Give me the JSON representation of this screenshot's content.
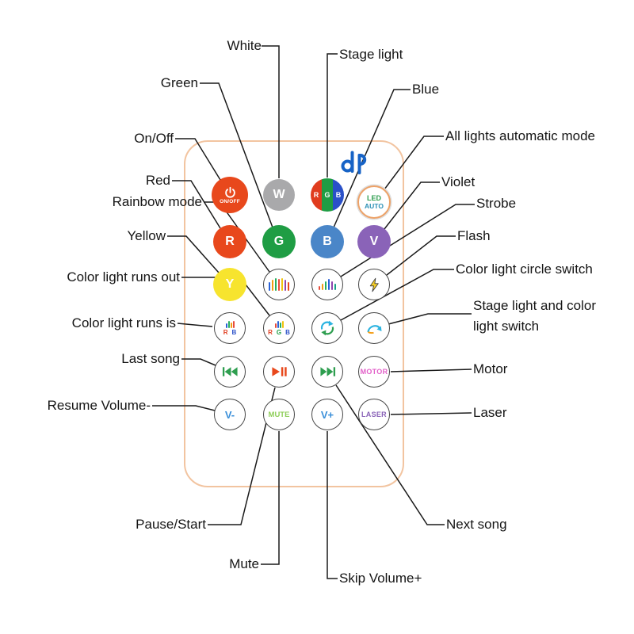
{
  "colors": {
    "red": "#e8481c",
    "green": "#1f9d44",
    "blue": "#4a86c8",
    "violet": "#8a63b8",
    "yellow": "#f7e42e",
    "gray": "#a9a9ab",
    "remote_outline": "#f2c4a0",
    "brand_blue": "#1763c6",
    "motor_pink": "#e25fc8",
    "mute_green": "#8fce5a",
    "volume_blue": "#3a8fd9",
    "laser_purple": "#8a63b8"
  },
  "icons": {
    "power": "power-symbol",
    "rainbow_bars": "colored-vertical-bars",
    "strobe_bars": "rising-colored-bars",
    "flash": "lightning-bolt",
    "color_cycle": "circular-arrows",
    "stage_color_switch": "curved-arrow",
    "previous_track": "bar-double-left-triangles",
    "play_pause": "triangle-double-bars",
    "next_track": "double-right-triangles-bar",
    "brand_logo": "dP"
  },
  "remote": {
    "buttons": {
      "power_label": "ON/OFF",
      "white": "W",
      "rgb": {
        "r": "R",
        "g": "G",
        "b": "B"
      },
      "led_auto": {
        "line1": "LED",
        "line2": "AUTO"
      },
      "red": "R",
      "green": "G",
      "blue": "B",
      "violet": "V",
      "yellow": "Y",
      "run_is": {
        "r": "R",
        "b": "B"
      },
      "run_out": {
        "r": "R",
        "g": "G",
        "b": "B"
      },
      "motor": "MOTOR",
      "volume_down": "V-",
      "mute": "MUTE",
      "volume_up": "V+",
      "laser": "LASER"
    }
  },
  "callouts": {
    "white": "White",
    "stage_light": "Stage light",
    "green": "Green",
    "blue": "Blue",
    "on_off": "On/Off",
    "all_lights_auto": "All lights automatic mode",
    "red": "Red",
    "violet": "Violet",
    "rainbow_mode": "Rainbow mode",
    "strobe": "Strobe",
    "yellow": "Yellow",
    "flash": "Flash",
    "color_runs_out": "Color light runs out",
    "color_circle_switch": "Color light circle switch",
    "color_runs_is": "Color light runs is",
    "stage_color_switch": "Stage light and color light switch",
    "last_song": "Last song",
    "motor": "Motor",
    "resume_volume": "Resume Volume-",
    "laser": "Laser",
    "pause_start": "Pause/Start",
    "next_song": "Next song",
    "mute": "Mute",
    "skip_volume": "Skip Volume+"
  }
}
